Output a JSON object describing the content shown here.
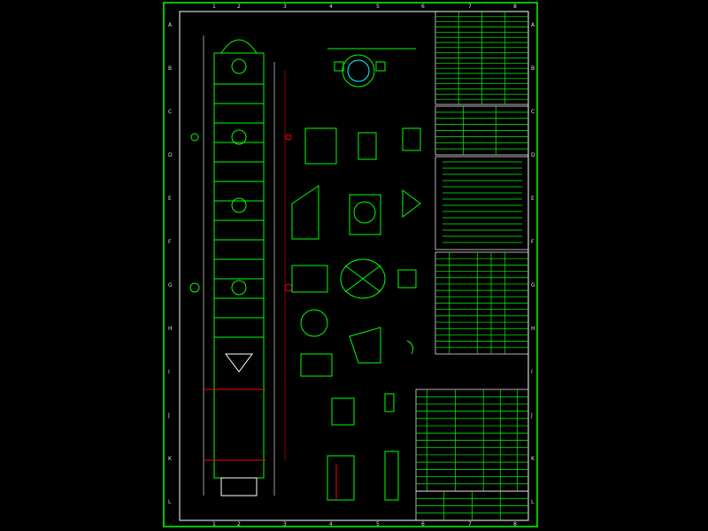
{
  "drawing": {
    "background": "#000000",
    "line_colors": {
      "primary": "#00ff00",
      "border": "#ffffff",
      "highlight": "#ff0000",
      "accent": "#00ffff"
    },
    "column_labels": [
      "1",
      "2",
      "3",
      "4",
      "5",
      "6",
      "7",
      "8"
    ],
    "row_labels": [
      "A",
      "B",
      "C",
      "D",
      "E",
      "F",
      "G",
      "H",
      "I",
      "J",
      "K",
      "L"
    ],
    "views": [
      "column-elevation",
      "top-section",
      "nozzle-details",
      "support-details",
      "parts-table",
      "title-block",
      "technical-notes"
    ]
  }
}
